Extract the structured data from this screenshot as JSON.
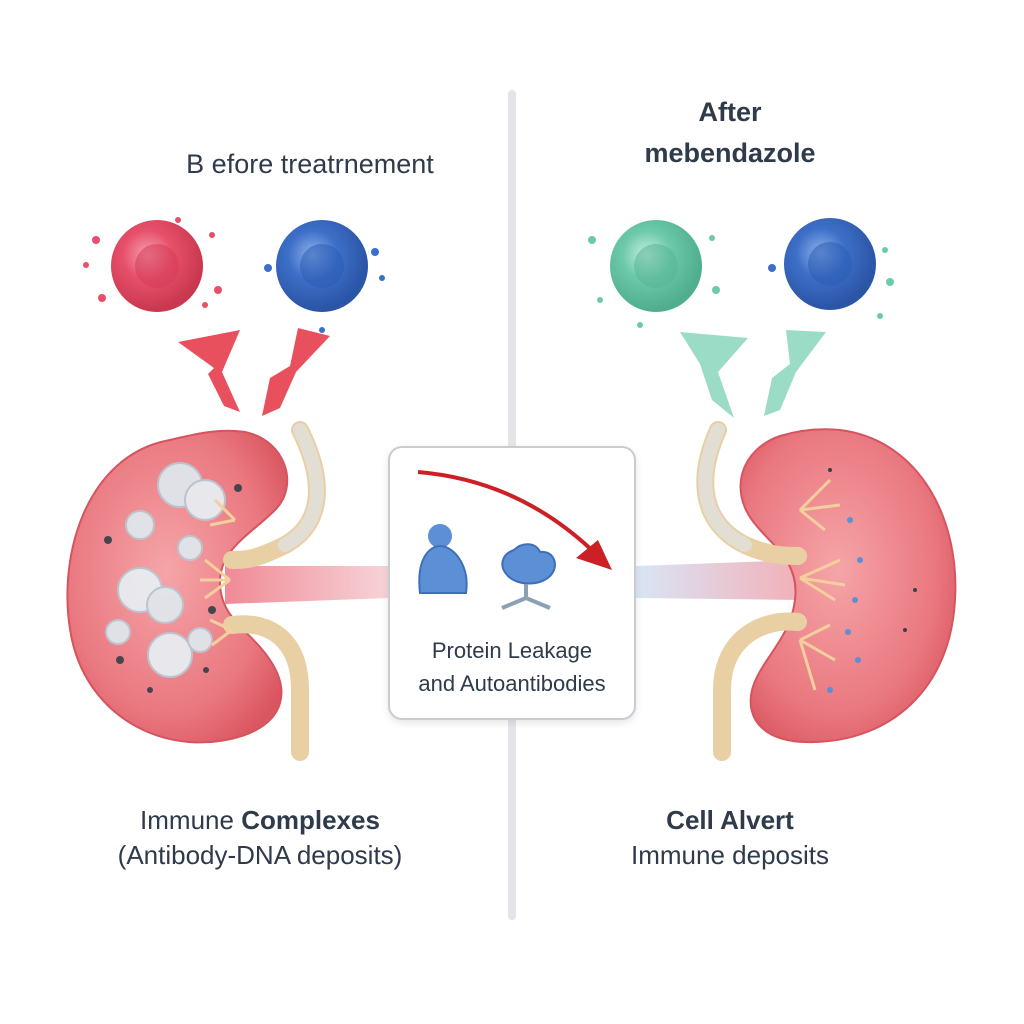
{
  "before": {
    "title": "B efore treatrnement",
    "caption_line1_prefix": "Immune ",
    "caption_line1_bold": "Complexes",
    "caption_line2": "(Antibody-DNA deposits)"
  },
  "after": {
    "title_line1": "After",
    "title_line2": "mebendazole",
    "caption_line1": "Cell Alvert",
    "caption_line2": "Immune deposits"
  },
  "center": {
    "label_line1": "Protein Leakage",
    "label_line2": "and Autoantibodies"
  },
  "colors": {
    "pink_cell": "#e8506a",
    "blue_cell": "#3d6fc8",
    "teal_cell": "#6cc9a9",
    "red_arrow": "#e8505e",
    "teal_arrow": "#8fd8c0",
    "kidney": "#e8707a",
    "ureter": "#e9cfa4",
    "divider": "#e3e5e8",
    "curved_arrow": "#cc2027",
    "protein": "#5b8fd6"
  }
}
